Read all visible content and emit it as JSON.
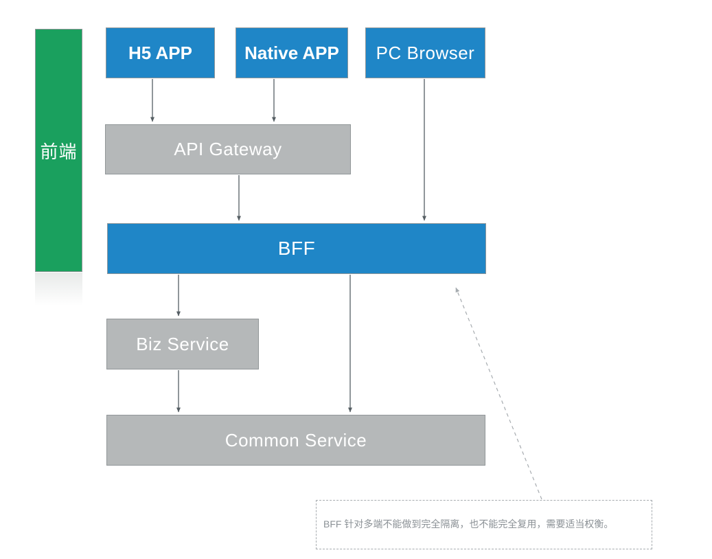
{
  "colors": {
    "blue": "#1F86C7",
    "green": "#1AA05E",
    "gray": "#B5B8B9",
    "box-border": "#919698",
    "arrow": "#555E63",
    "dashed": "#A6ABAF",
    "note-text": "#8B9196"
  },
  "band": {
    "label": "前端"
  },
  "nodes": {
    "h5": {
      "label": "H5 APP"
    },
    "native": {
      "label": "Native APP"
    },
    "pc": {
      "label": "PC Browser"
    },
    "gateway": {
      "label": "API Gateway"
    },
    "bff": {
      "label": "BFF"
    },
    "biz": {
      "label": "Biz Service"
    },
    "common": {
      "label": "Common Service"
    }
  },
  "note": {
    "text": "BFF 针对多端不能做到完全隔离，也不能完全复用，需要适当权衡。"
  }
}
